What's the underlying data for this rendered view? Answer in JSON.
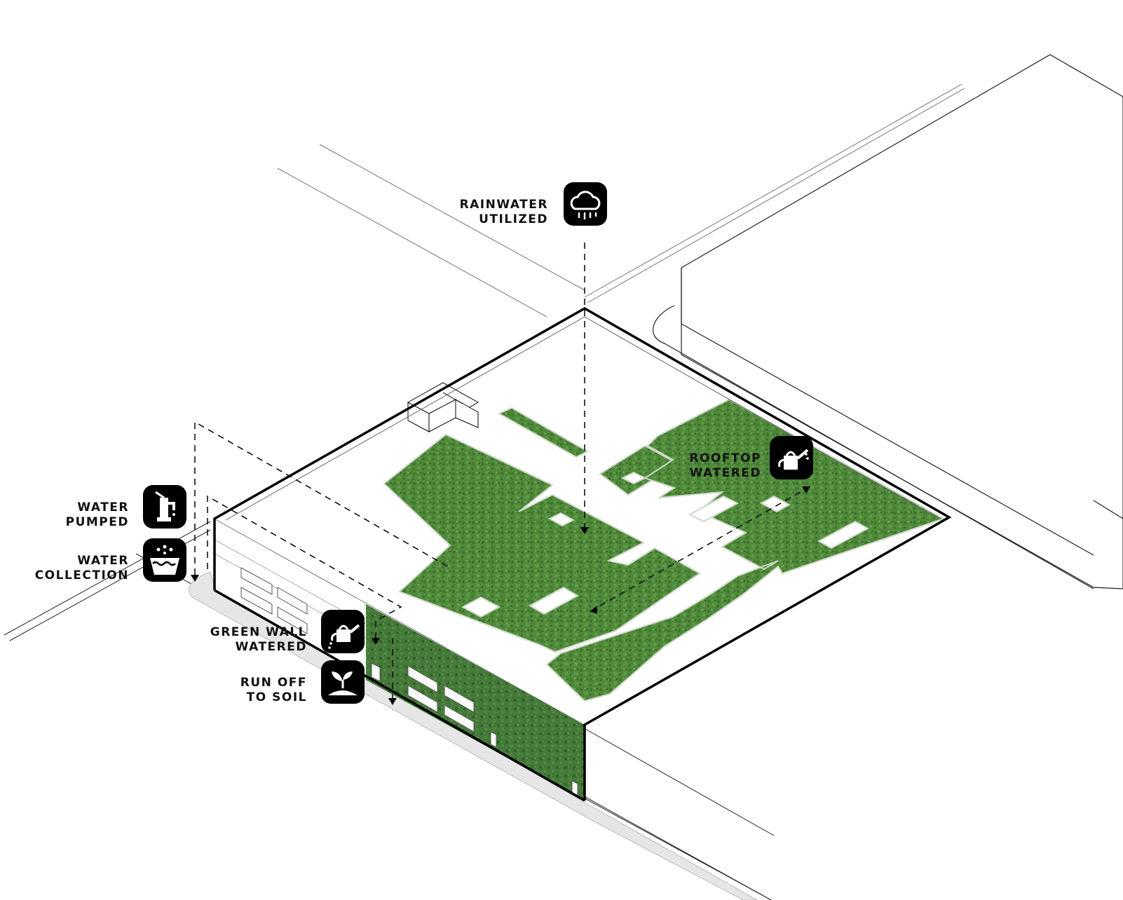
{
  "labels": {
    "rainwater": {
      "line1": "RAINWATER",
      "line2": "UTILIZED",
      "icon": "rain-cloud-icon"
    },
    "rooftop": {
      "line1": "ROOFTOP",
      "line2": "WATERED",
      "icon": "watering-can-icon"
    },
    "pumped": {
      "line1": "WATER",
      "line2": "PUMPED",
      "icon": "water-pump-icon"
    },
    "collection": {
      "line1": "WATER",
      "line2": "COLLECTION",
      "icon": "water-basin-icon"
    },
    "greenwall": {
      "line1": "GREEN WALL",
      "line2": "WATERED",
      "icon": "watering-can-icon"
    },
    "runoff": {
      "line1": "RUN OFF",
      "line2": "TO SOIL",
      "icon": "sprout-soil-icon"
    }
  },
  "colors": {
    "green": "#4f8a3a",
    "green_dark": "#3f7030",
    "outline": "#000000",
    "sidewalk": "#e6e6e6",
    "icon_bg": "#000000"
  }
}
